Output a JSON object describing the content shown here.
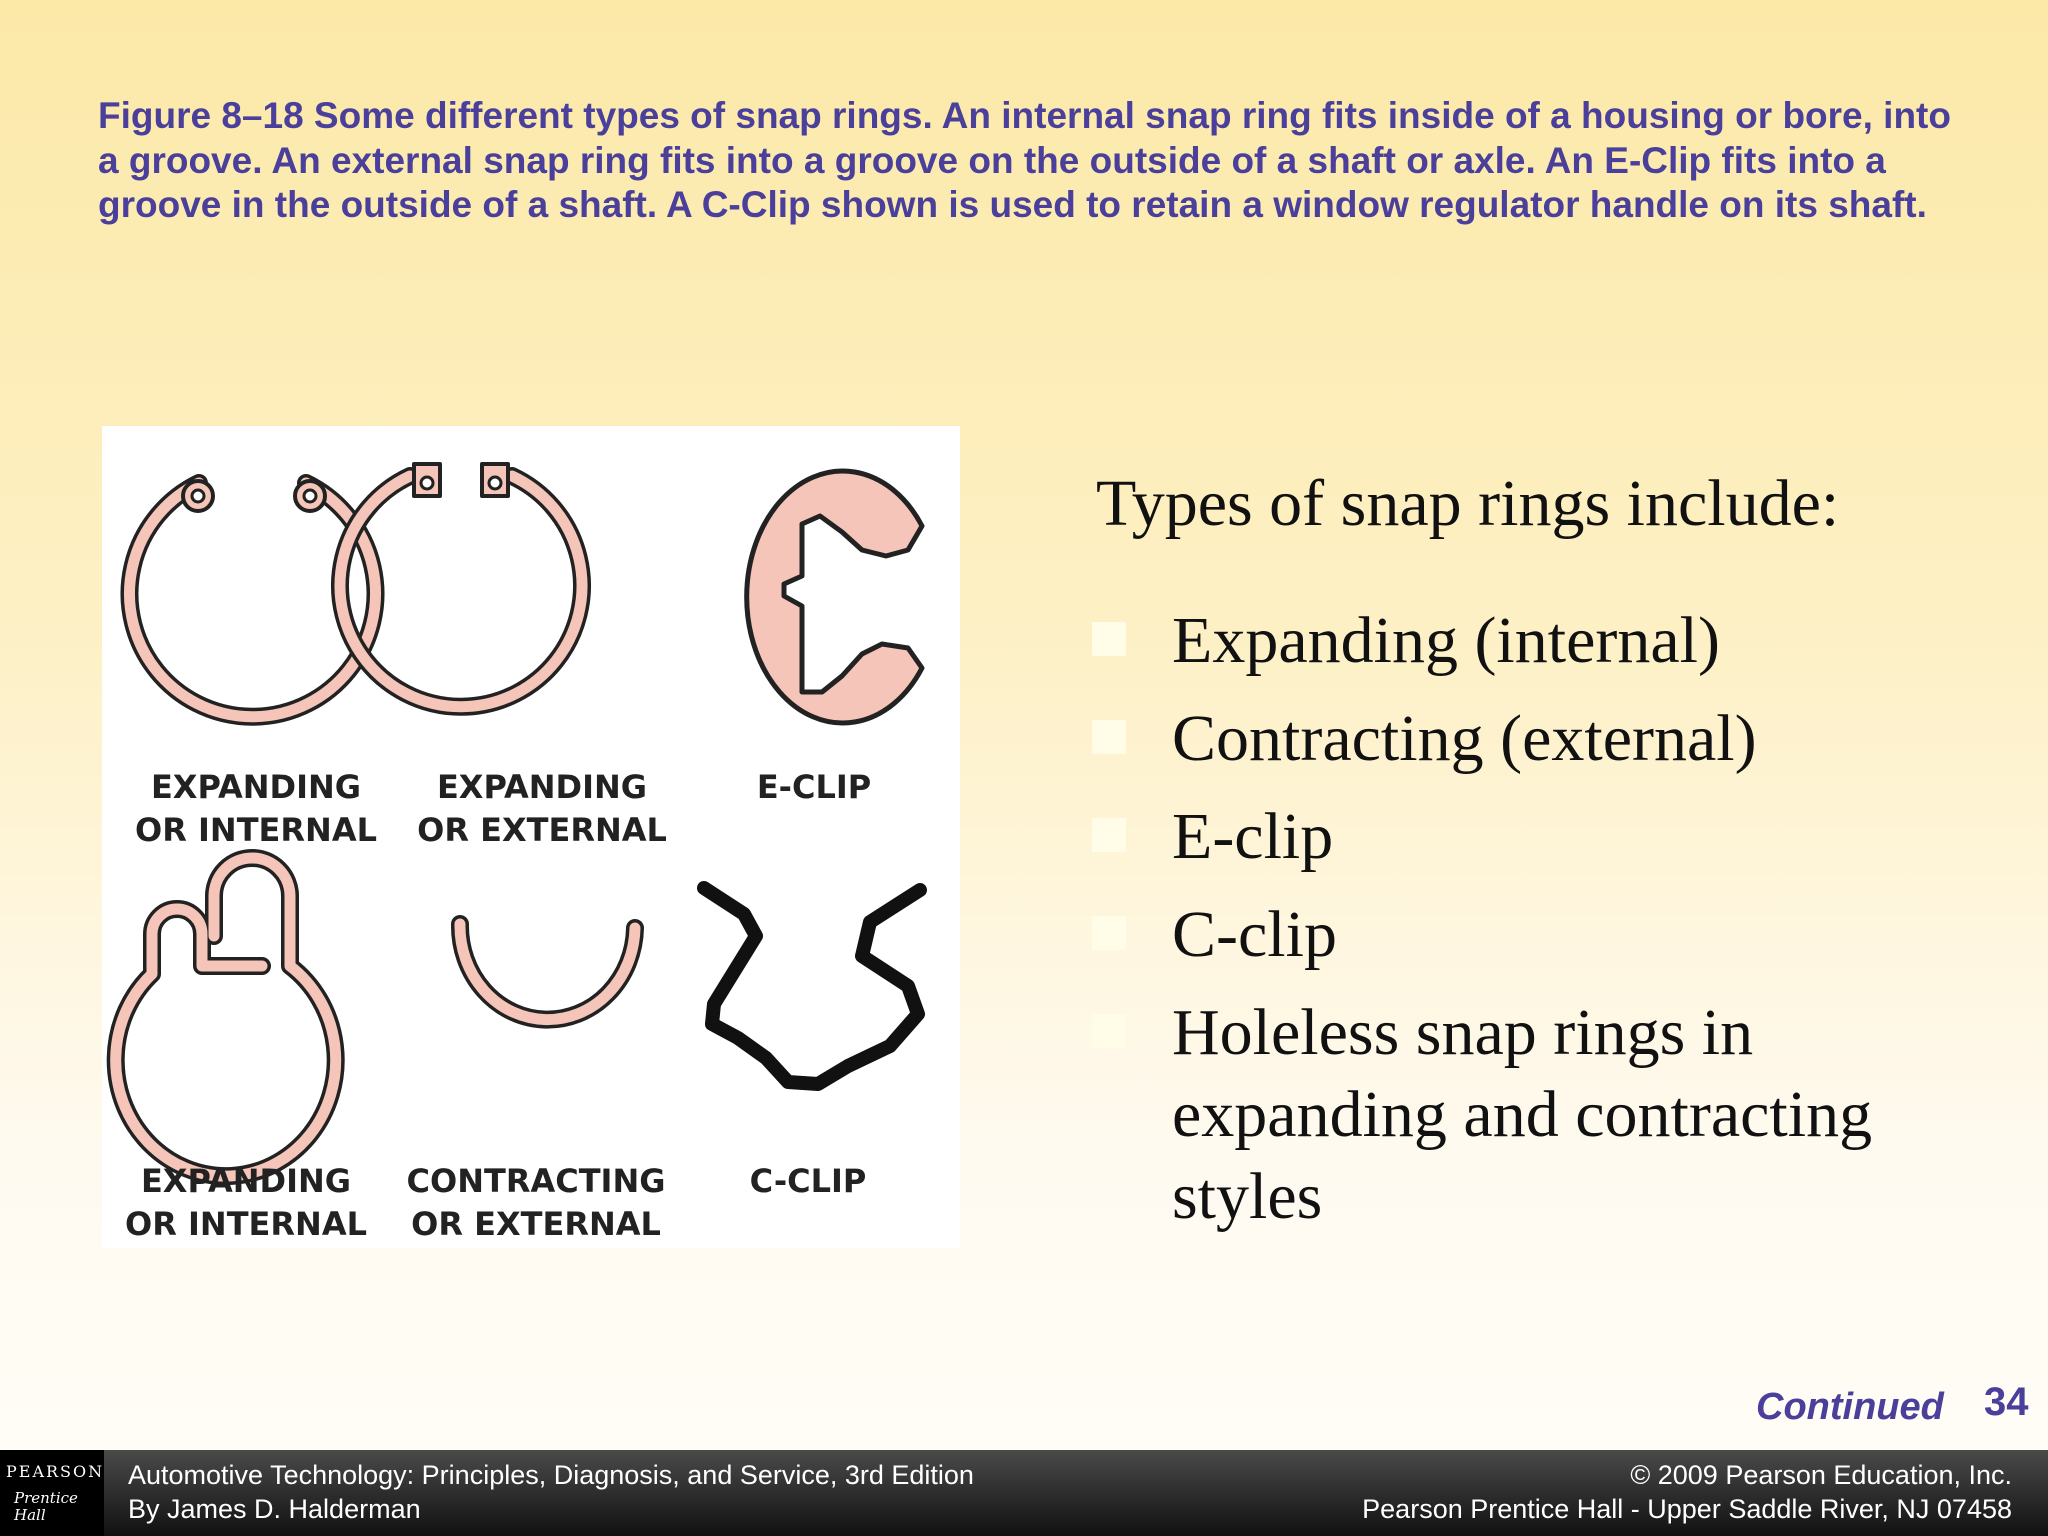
{
  "caption": "Figure 8–18   Some different types of snap rings. An internal snap ring fits inside of a housing or bore, into a groove. An external snap ring fits into a groove on the outside of a shaft or axle. An E-Clip fits into a groove in the outside of a shaft. A C-Clip shown is used to retain a window regulator handle on its shaft.",
  "figure": {
    "labels": [
      "EXPANDING\nOR INTERNAL",
      "EXPANDING\nOR EXTERNAL",
      "E-CLIP",
      "EXPANDING\nOR INTERNAL",
      "CONTRACTING\nOR EXTERNAL",
      "C-CLIP"
    ],
    "ring_fill": "#f4c5b8",
    "outline": "#222222"
  },
  "heading": "Types of snap rings include:",
  "bullets": [
    "Expanding (internal)",
    "Contracting (external)",
    "E-clip",
    "C-clip",
    "Holeless snap rings in expanding and contracting styles"
  ],
  "continued": "Continued",
  "page_number": "34",
  "footer": {
    "logo_top": "PEARSON",
    "logo_bottom": "Prentice Hall",
    "left_line1": "Automotive Technology: Principles, Diagnosis, and Service, 3rd Edition",
    "left_line2": "By James D. Halderman",
    "right_line1": "© 2009 Pearson Education, Inc.",
    "right_line2": "Pearson Prentice Hall - Upper Saddle River, NJ 07458"
  }
}
